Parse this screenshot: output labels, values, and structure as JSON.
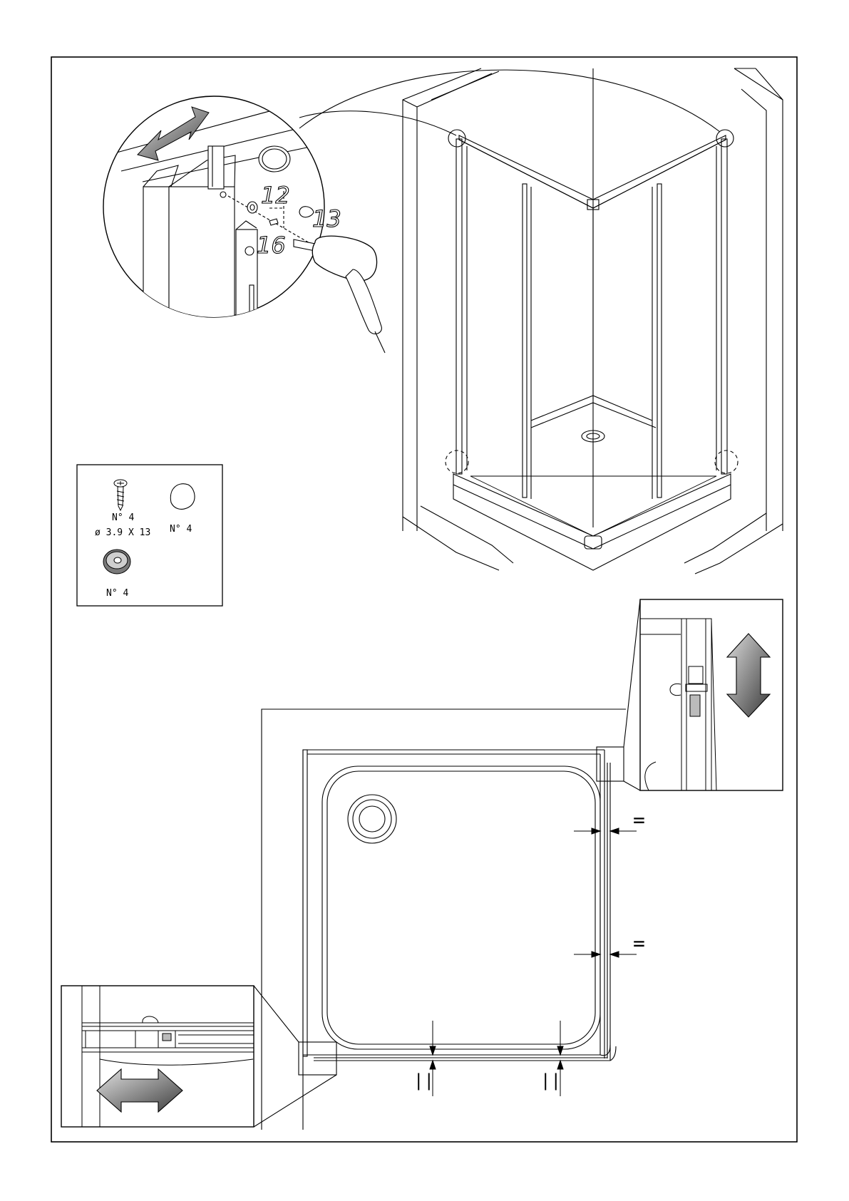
{
  "callouts": {
    "part_12": "12",
    "part_13": "13",
    "part_16": "16"
  },
  "parts_box": {
    "screw_qty": "N° 4",
    "screw_size": "ø 3.9 X 13",
    "cap_qty": "N° 4",
    "washer_qty": "N° 4"
  },
  "marks": {
    "equal": "=",
    "parallel": "||"
  },
  "icons": {
    "horizontal_arrow": "double-arrow-horizontal-icon",
    "vertical_arrow": "double-arrow-vertical-icon",
    "drill": "electric-drill-icon",
    "screw": "screw-icon",
    "cap": "cover-cap-icon",
    "washer": "washer-icon"
  },
  "colors": {
    "ink": "#000000",
    "paper": "#ffffff",
    "arrow_dark": "#4a4a4a",
    "arrow_light": "#d8d8d8"
  }
}
